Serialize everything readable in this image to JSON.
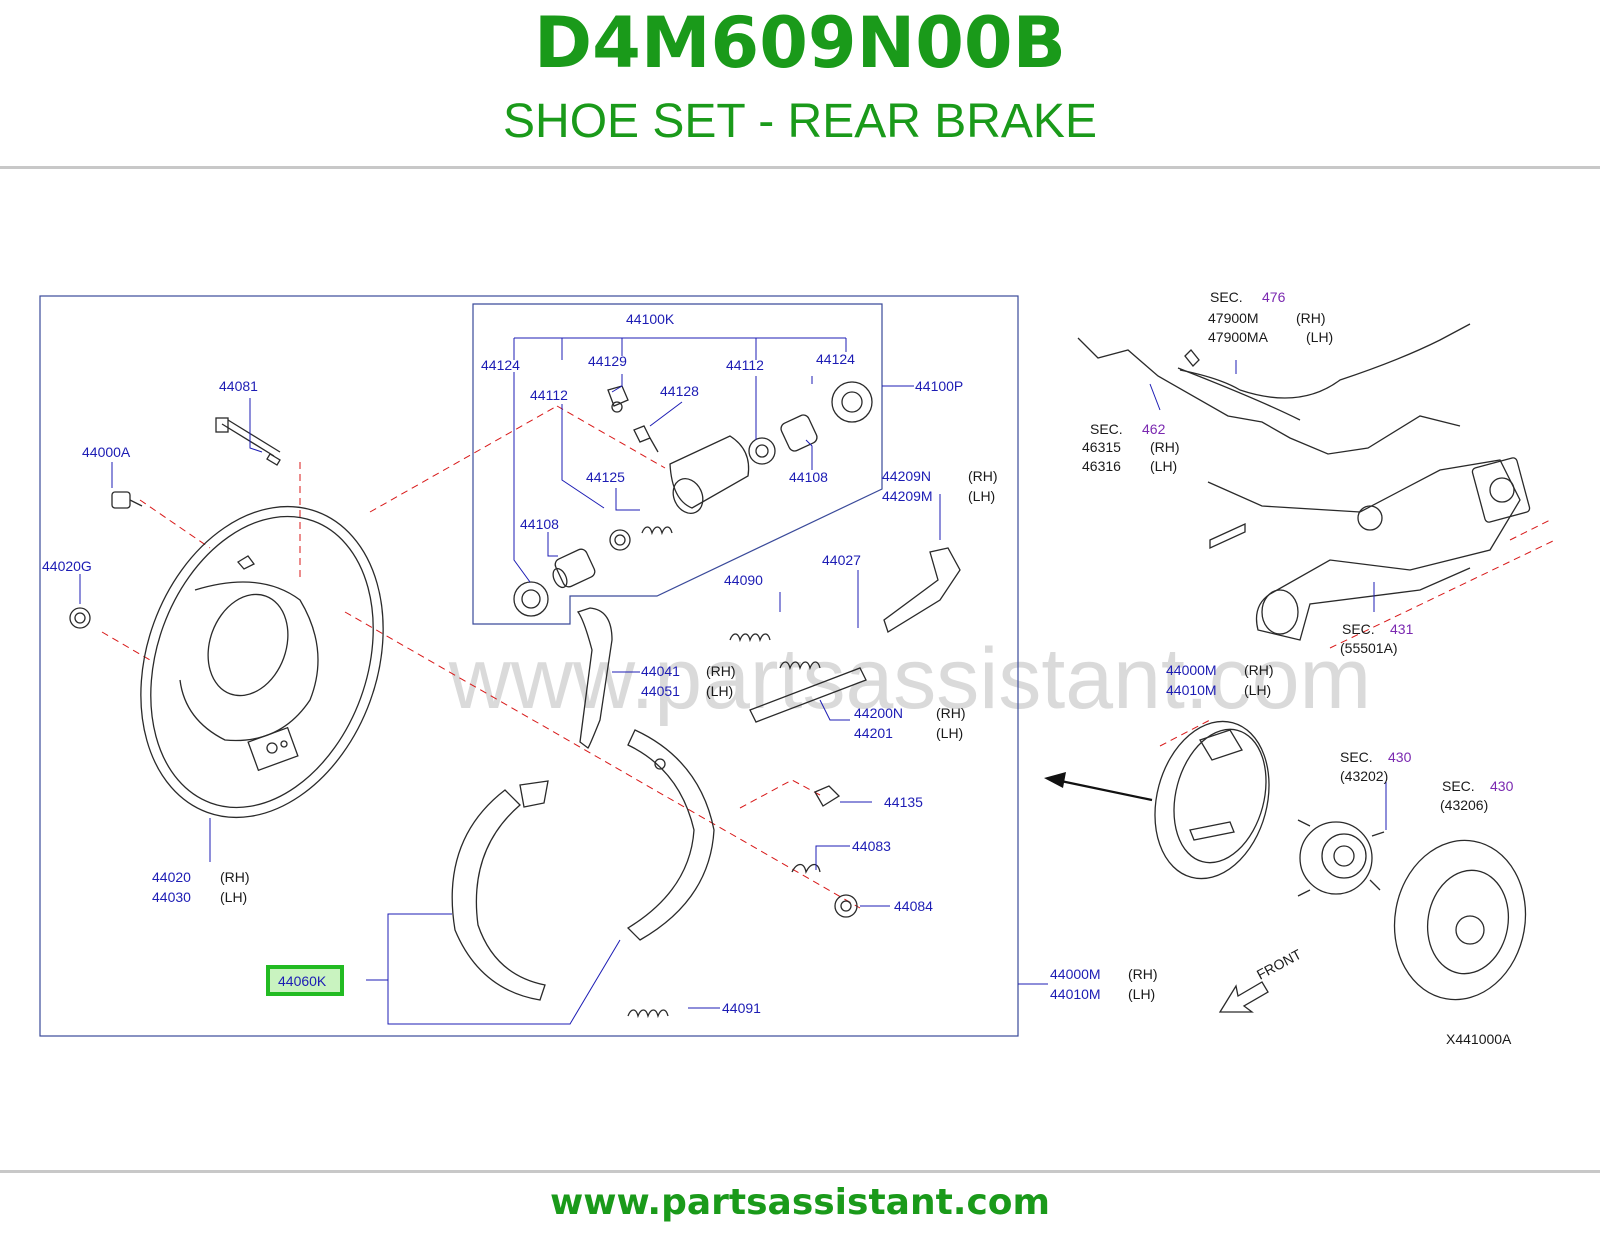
{
  "header": {
    "part_number": "D4M609N00B",
    "title": "SHOE SET - REAR BRAKE"
  },
  "footer": {
    "url": "www.partsassistant.com"
  },
  "watermark": "www.partsassistant.com",
  "colors": {
    "title_green": "#1a9a1a",
    "label_blue": "#1c1cb4",
    "highlight_green": "#22bb22",
    "section_purple": "#7a28b0",
    "dash_red": "#d81818"
  },
  "diagram": {
    "code": "X441000A",
    "front_label": "FRONT",
    "rh": "(RH)",
    "lh": "(LH)",
    "sec": "SEC.",
    "highlighted_part": "44060K",
    "labels": {
      "l44100K": "44100K",
      "l44100P": "44100P",
      "l44124a": "44124",
      "l44124b": "44124",
      "l44129": "44129",
      "l44112a": "44112",
      "l44112b": "44112",
      "l44128": "44128",
      "l44125": "44125",
      "l44108a": "44108",
      "l44108b": "44108",
      "l44081": "44081",
      "l44000A": "44000A",
      "l44020G": "44020G",
      "l44209N": "44209N",
      "l44209M": "44209M",
      "l44027": "44027",
      "l44090": "44090",
      "l44041": "44041",
      "l44051": "44051",
      "l44200N": "44200N",
      "l44201": "44201",
      "l44135": "44135",
      "l44083": "44083",
      "l44084": "44084",
      "l44020": "44020",
      "l44030": "44030",
      "l44000Ma": "44000M",
      "l44010Ma": "44010M",
      "l44091": "44091",
      "l44000Mb": "44000M",
      "l44010Mb": "44010M",
      "l47900M": "47900M",
      "l47900MA": "47900MA",
      "l46315": "46315",
      "l46316": "46316",
      "l55501A": "(55501A)",
      "l43202": "(43202)",
      "l43206": "(43206)"
    },
    "sections": {
      "s476": "476",
      "s462": "462",
      "s431": "431",
      "s430a": "430",
      "s430b": "430"
    }
  }
}
